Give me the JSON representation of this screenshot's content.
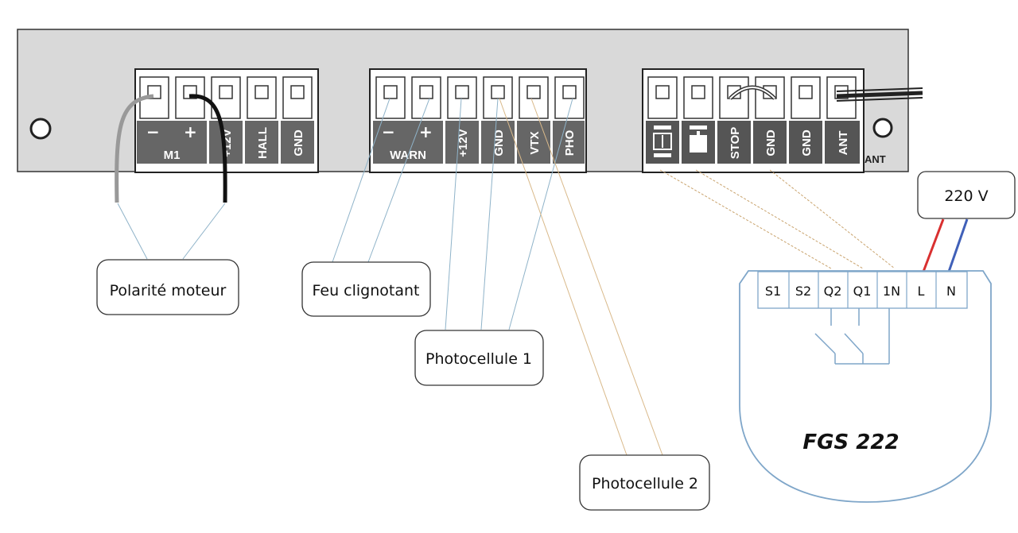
{
  "board": {
    "block1": {
      "terminals": [
        "M1",
        "+12V",
        "HALL",
        "GND"
      ],
      "polarity": {
        "minus": "−",
        "plus": "+"
      }
    },
    "block2": {
      "terminals": [
        "WARN",
        "+12V",
        "GND",
        "VTX",
        "PHO"
      ],
      "polarity": {
        "minus": "−",
        "plus": "+"
      }
    },
    "block3": {
      "terminals": [
        "open-icon",
        "close-icon",
        "STOP",
        "GND",
        "GND",
        "ANT"
      ]
    },
    "ant_label": "ANT"
  },
  "callouts": {
    "polarite_moteur": "Polarité moteur",
    "feu_clignotant": "Feu clignotant",
    "photocellule_1": "Photocellule 1",
    "photocellule_2": "Photocellule 2",
    "supply": "220 V"
  },
  "module": {
    "title": "FGS 222",
    "terminals": [
      "S1",
      "S2",
      "Q2",
      "Q1",
      "1N",
      "L",
      "N"
    ]
  },
  "colors": {
    "board": "#d9d9d9",
    "terminal_dark": "#555555",
    "terminal_medium": "#777777",
    "callout_line": "#8fb3c9",
    "photocell2_line": "#d9b98a",
    "module_outline": "#7fa6c9",
    "phase": "#d93030",
    "neutral": "#4060b8"
  }
}
